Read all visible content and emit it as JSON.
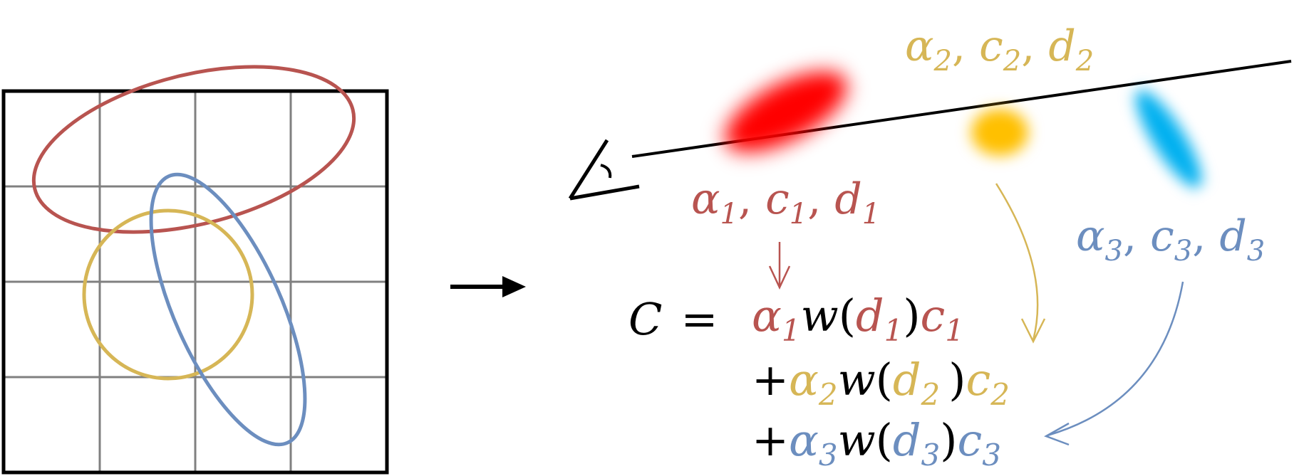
{
  "colors": {
    "gaussian_1": "#b85450",
    "gaussian_2": "#d6b656",
    "gaussian_3": "#6c8ebf",
    "splat_1": "#ff0000",
    "splat_2": "#ffc000",
    "splat_3": "#00b0f0"
  },
  "labels": {
    "g1": {
      "alpha": "α",
      "sub": "1",
      "c": "c",
      "d": "d"
    },
    "g2": {
      "alpha": "α",
      "sub": "2",
      "c": "c",
      "d": "d"
    },
    "g3": {
      "alpha": "α",
      "sub": "3",
      "c": "c",
      "d": "d"
    }
  },
  "equation": {
    "lhs": "C",
    "eq": "=",
    "plus": "+",
    "w": "w",
    "lparen": "(",
    "rparen": ")"
  }
}
